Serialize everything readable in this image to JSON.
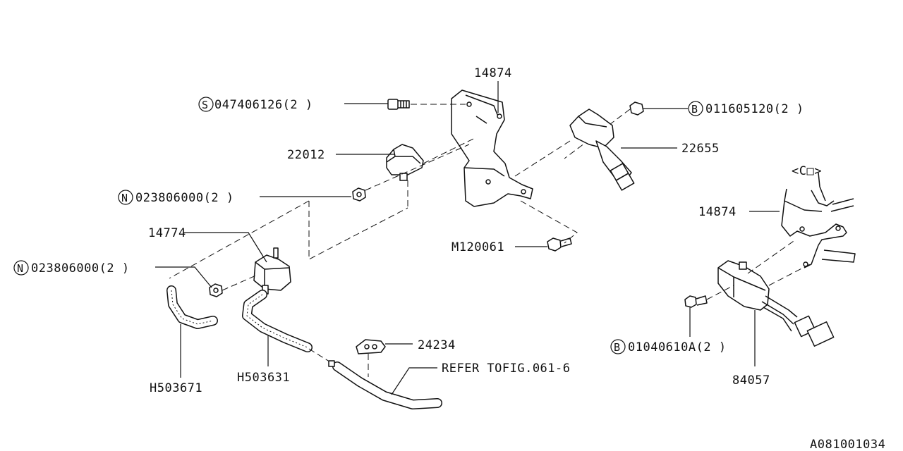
{
  "labels": {
    "p14874_top": "14874",
    "p047406126": "047406126(2 )",
    "p047406126_prefix": "S",
    "p011605120": "011605120(2 )",
    "p011605120_prefix": "B",
    "p22012": "22012",
    "p22655": "22655",
    "p023806000_a": "023806000(2 )",
    "p023806000_a_prefix": "N",
    "p14774": "14774",
    "pM120061": "M120061",
    "p023806000_b": "023806000(2 )",
    "p023806000_b_prefix": "N",
    "p24234": "24234",
    "refer": "REFER TOFIG.061-6",
    "pH503671": "H503671",
    "pH503631": "H503631",
    "variant": "<C□>",
    "p14874_right": "14874",
    "p01040610A": "01040610A(2 )",
    "p01040610A_prefix": "B",
    "p84057": "84057",
    "figure_id": "A081001034"
  }
}
